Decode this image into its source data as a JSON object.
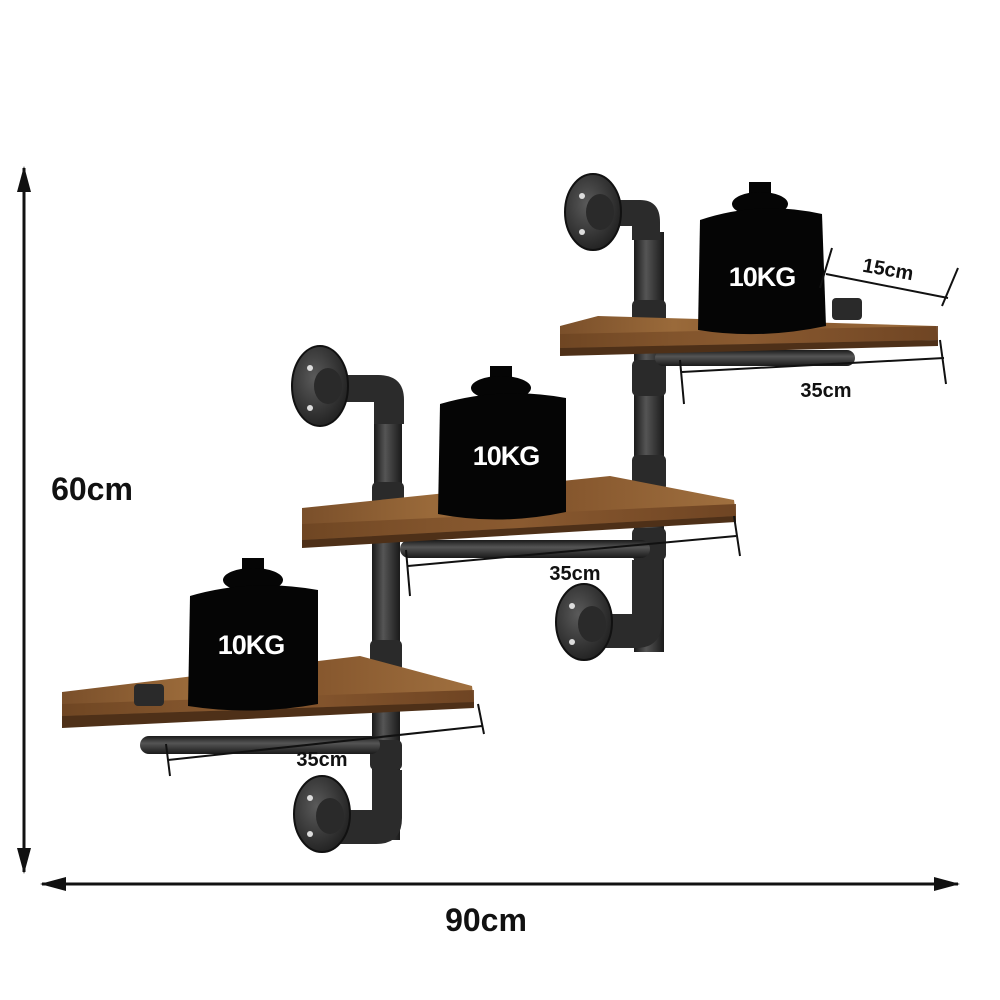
{
  "dimensions": {
    "height": "60cm",
    "width": "90cm",
    "depth": "15cm"
  },
  "shelves": [
    {
      "length": "35cm",
      "weight": "10KG"
    },
    {
      "length": "35cm",
      "weight": "10KG"
    },
    {
      "length": "35cm",
      "weight": "10KG"
    }
  ],
  "colors": {
    "wood": "#8a5a30",
    "wood_dark": "#5e3a1c",
    "pipe": "#2e2e2e",
    "weight": "#050505",
    "line": "#111111"
  }
}
